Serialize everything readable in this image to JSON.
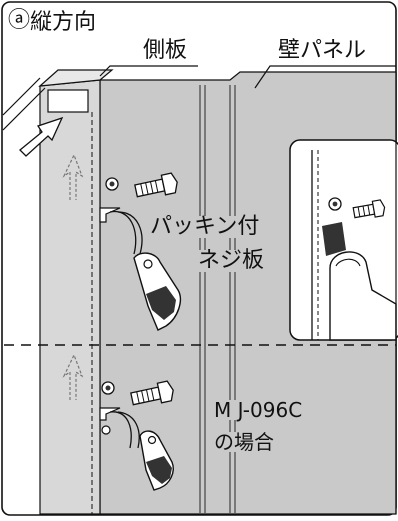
{
  "figure": {
    "marker": "ⓐ",
    "direction_label": "縦方向",
    "side_plate_label": "側板",
    "wall_panel_label": "壁パネル",
    "packing_screw_label_line1": "パッキン付",
    "packing_screw_label_line2": "ネジ板",
    "model_label_line1": "M J-096C",
    "model_label_line2": "の場合"
  },
  "colors": {
    "panel_gray": "#c9c9c9",
    "panel_dark": "#9a9a9a",
    "line": "#111111",
    "background": "#ffffff"
  }
}
